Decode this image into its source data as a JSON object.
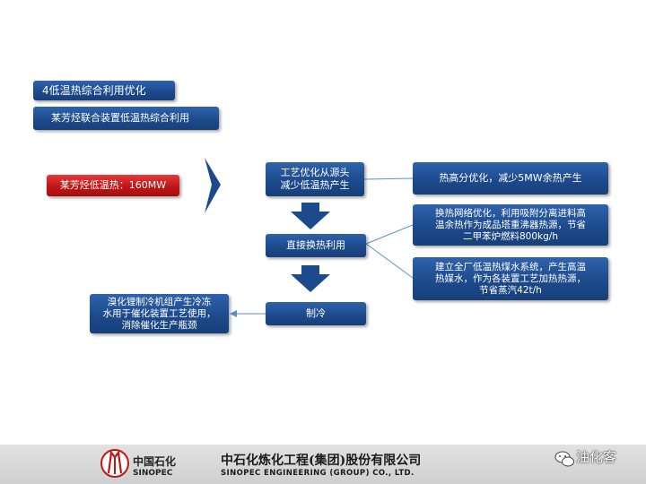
{
  "section_title": "4低温热综合利用优化",
  "subtitle": "某芳烃联合装置低温热综合利用",
  "source": "某芳烃低温热：160MW",
  "steps": [
    {
      "label_line1": "工艺优化从源头",
      "label_line2": "减少低温热产生"
    },
    {
      "label_line1": "直接换热利用"
    },
    {
      "label_line1": "制冷"
    }
  ],
  "outcomes": {
    "o1": {
      "line1": "热高分优化，减少5MW余热产生"
    },
    "o2": {
      "line1": "换热网络优化，利用吸附分离进料高",
      "line2": "温余热作为成品塔重沸器热源，节省",
      "line3": "二甲苯炉燃料800kg/h"
    },
    "o3": {
      "line1": "建立全厂低温热煤水系统，产生高温",
      "line2": "热媒水，作为各装置工艺加热热源，",
      "line3": "节省蒸汽42t/h"
    },
    "o4": {
      "line1": "溴化锂制冷机组产生冷冻",
      "line2": "水用于催化装置工艺使用，",
      "line3": "消除催化生产瓶颈"
    }
  },
  "footer": {
    "logo_cn": "中国石化",
    "logo_en": "SINOPEC",
    "company_cn": "中石化炼化工程(集团)股份有限公司",
    "company_en": "SINOPEC ENGINEERING (GROUP) CO., LTD.",
    "watermark": "油化客"
  },
  "colors": {
    "box_blue": "#1d4a8c",
    "box_red": "#c21515",
    "connector": "#5b8fd0"
  }
}
